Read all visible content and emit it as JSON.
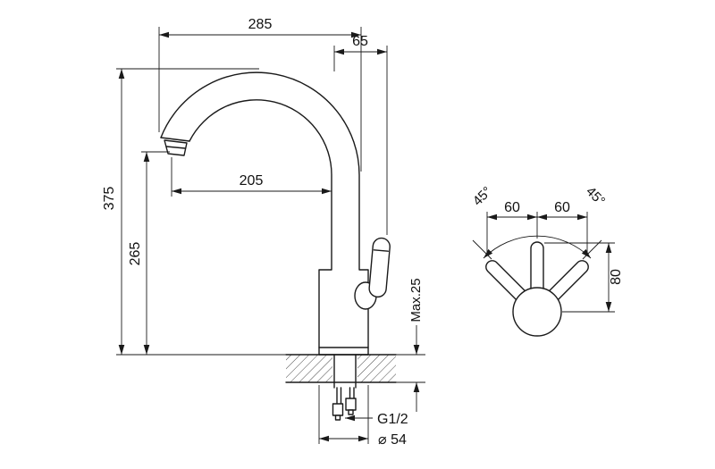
{
  "drawing": {
    "type": "technical-drawing",
    "subject": "kitchen-faucet-dimensions",
    "background": "#ffffff",
    "line_color": "#1a1a1a"
  },
  "dimensions": {
    "overall_reach": "285",
    "handle_offset": "65",
    "overall_height": "375",
    "spout_height": "265",
    "spout_reach": "205",
    "max_deck_thickness": "Max.25",
    "thread_size": "G1/2",
    "base_diameter": "⌀ 54"
  },
  "rotation_view": {
    "left_angle": "45°",
    "right_angle": "45°",
    "left_span": "60",
    "right_span": "60",
    "handle_length": "80"
  }
}
